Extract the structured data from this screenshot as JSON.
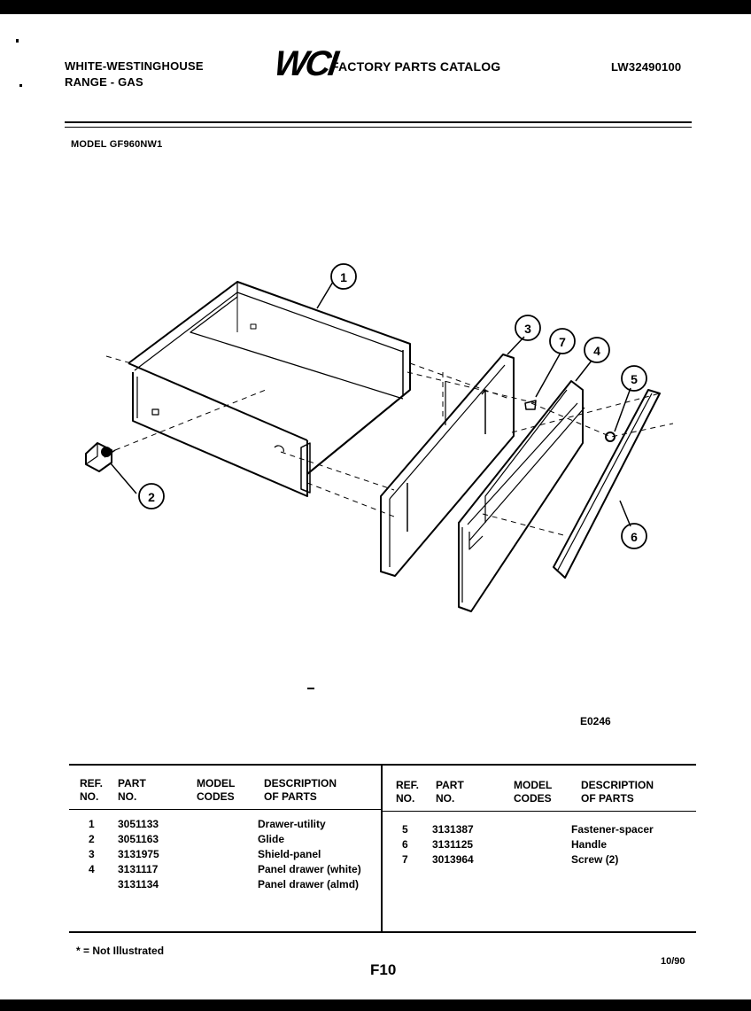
{
  "header": {
    "brand_line1": "WHITE-WESTINGHOUSE",
    "brand_line2": "RANGE - GAS",
    "logo_text": "WCI",
    "catalog_title": "FACTORY PARTS CATALOG",
    "catalog_number": "LW32490100",
    "model_label": "MODEL GF960NW1"
  },
  "diagram": {
    "drawing_code": "E0246",
    "callouts": [
      "1",
      "2",
      "3",
      "4",
      "5",
      "6",
      "7"
    ]
  },
  "table": {
    "left_headers": {
      "ref": [
        "REF.",
        "NO."
      ],
      "part": [
        "PART",
        "NO."
      ],
      "model": [
        "MODEL",
        "CODES"
      ],
      "desc": [
        "DESCRIPTION",
        "OF PARTS"
      ]
    },
    "right_headers": {
      "ref": [
        "REF.",
        "NO."
      ],
      "part": [
        "PART",
        "NO."
      ],
      "model": [
        "MODEL",
        "CODES"
      ],
      "desc": [
        "DESCRIPTION",
        "OF PARTS"
      ]
    },
    "left_rows": [
      {
        "ref": "1",
        "part": "3051133",
        "code": "",
        "desc": "Drawer-utility"
      },
      {
        "ref": "2",
        "part": "3051163",
        "code": "",
        "desc": "Glide"
      },
      {
        "ref": "3",
        "part": "3131975",
        "code": "",
        "desc": "Shield-panel"
      },
      {
        "ref": "4",
        "part": "3131117",
        "code": "",
        "desc": "Panel drawer (white)"
      },
      {
        "ref": "",
        "part": "3131134",
        "code": "",
        "desc": "Panel drawer (almd)"
      }
    ],
    "right_rows": [
      {
        "ref": "5",
        "part": "3131387",
        "code": "",
        "desc": "Fastener-spacer"
      },
      {
        "ref": "6",
        "part": "3131125",
        "code": "",
        "desc": "Handle"
      },
      {
        "ref": "7",
        "part": "3013964",
        "code": "",
        "desc": "Screw (2)"
      }
    ]
  },
  "footer": {
    "note": "* = Not Illustrated",
    "page": "F10",
    "date": "10/90"
  }
}
